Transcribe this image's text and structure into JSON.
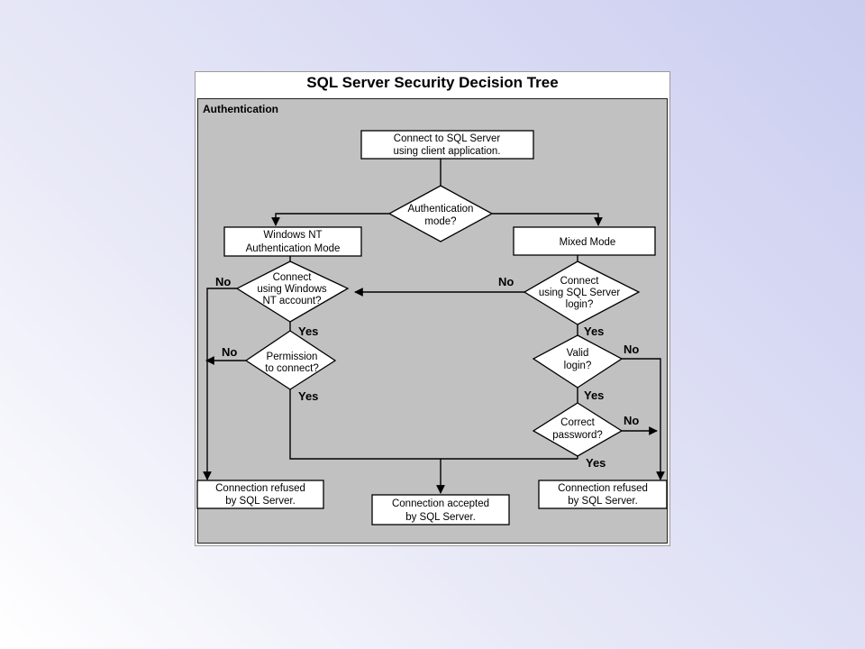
{
  "slide": {
    "background": "#cbcdf0"
  },
  "diagram": {
    "title": "SQL Server Security Decision Tree",
    "section": "Authentication",
    "nodes": {
      "connect": [
        "Connect to SQL Server",
        "using client application."
      ],
      "auth_mode": [
        "Authentication",
        "mode?"
      ],
      "windows_nt_mode": [
        "Windows NT",
        "Authentication Mode"
      ],
      "mixed_mode": [
        "Mixed Mode"
      ],
      "connect_windows": [
        "Connect",
        "using Windows",
        "NT account?"
      ],
      "connect_sql_login": [
        "Connect",
        "using SQL Server",
        "login?"
      ],
      "permission": [
        "Permission",
        "to connect?"
      ],
      "valid_login": [
        "Valid",
        "login?"
      ],
      "correct_password": [
        "Correct",
        "password?"
      ],
      "refused_left": [
        "Connection refused",
        "by SQL Server."
      ],
      "accepted": [
        "Connection accepted",
        "by SQL Server."
      ],
      "refused_right": [
        "Connection refused",
        "by SQL Server."
      ]
    },
    "branches": {
      "no": "No",
      "yes": "Yes"
    }
  }
}
